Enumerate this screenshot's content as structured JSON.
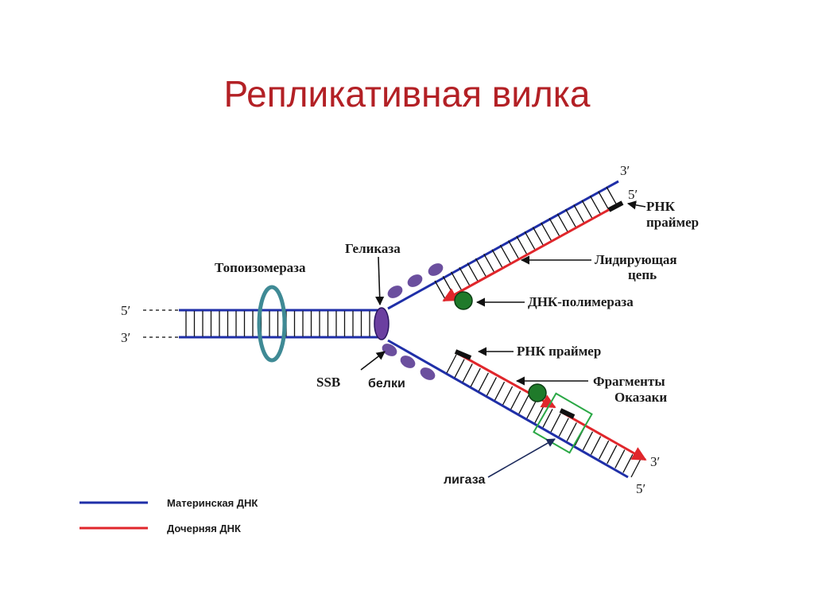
{
  "title": "Репликативная вилка",
  "labels": {
    "topoisomerase": "Топоизомераза",
    "helicase": "Геликаза",
    "ssb": "SSB",
    "proteins": "белки",
    "rna_primer_top_1": "РНК",
    "rna_primer_top_2": "праймер",
    "leading_strand_1": "Лидирующая",
    "leading_strand_2": "цепь",
    "dna_polymerase": "ДНК-полимераза",
    "rna_primer_bottom": "РНК праймер",
    "okazaki_1": "Фрагменты",
    "okazaki_2": "Оказаки",
    "ligase": "лигаза"
  },
  "ends": {
    "left_top": "5′",
    "left_bottom": "3′",
    "upper_arm_top": "3′",
    "upper_arm_bottom": "5′",
    "lower_arm_top": "3′",
    "lower_arm_bottom": "5′"
  },
  "legend": [
    {
      "label": "Материнская ДНК",
      "color": "#1f2fa8"
    },
    {
      "label": "Дочерняя ДНК",
      "color": "#e0262b"
    }
  ],
  "colors": {
    "title": "#b32025",
    "parental_dna": "#1f2fa8",
    "daughter_dna": "#e0262b",
    "topoisomerase": "#3f8a95",
    "helicase": "#6b3fa0",
    "ssb_proteins": "#6b4f9e",
    "dna_polymerase": "#1f7a2a",
    "ligase_box": "#2aa845"
  }
}
